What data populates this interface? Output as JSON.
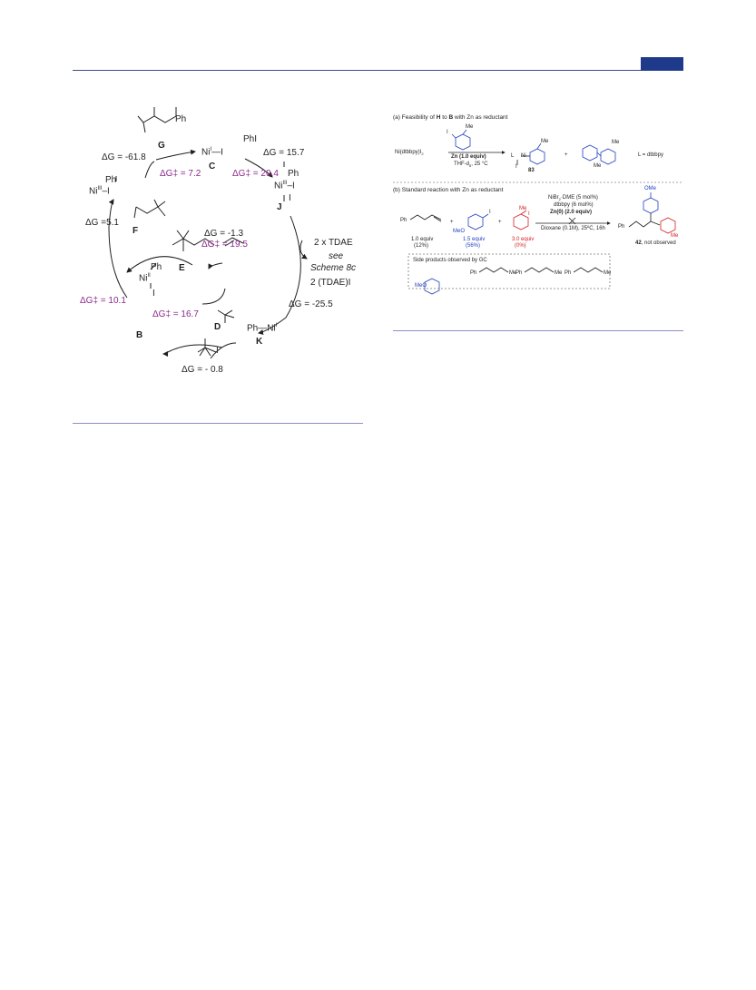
{
  "header": {
    "accent_color": "#1f3a8a",
    "rule_color": "#3c4a8a"
  },
  "cycle": {
    "species": {
      "G": "G",
      "C": "C",
      "J": "J",
      "F": "F",
      "E": "E",
      "D": "D",
      "K": "K",
      "B": "B"
    },
    "ni_c": "Ni",
    "ni_c_sup": "I",
    "ni_c_tail": "—I",
    "phi": "PhI",
    "ph_j": "Ph",
    "ni_j": "Ni",
    "ni_j_sup": "III",
    "ni_j_tail": "–I",
    "i_j": "I",
    "ph_f": "Ph",
    "ni_f": "Ni",
    "ni_f_sup": "III",
    "ni_f_tail": "–I",
    "ph_g": "Ph",
    "ph_b": "Ph",
    "ni_b": "Ni",
    "ni_b_sup": "II",
    "i_b": "I",
    "k_text": "Ph—Ni",
    "k_sup": "I",
    "i_tbu": "I",
    "dg_g": "ΔG = -61.8",
    "dg_c": "ΔG = 15.7",
    "dgts_c": "ΔG‡ = 7.2",
    "dgts_j": "ΔG‡ = 20.4",
    "dg_f": "ΔG =5.1",
    "dg_e": "ΔG = -1.3",
    "dgts_e": "ΔG‡ = 19.5",
    "tdae": "2 x TDAE",
    "see": "see",
    "scheme": "Scheme 8c",
    "tdae_i": "2 (TDAE)I",
    "dgts_b": "ΔG‡ = 10.1",
    "dgts_d": "ΔG‡ = 16.7",
    "dg_k": "ΔG = -25.5",
    "dg_bottom": "ΔG = - 0.8"
  },
  "panel_a": {
    "title_pre": "(a) Feasibility of ",
    "title_h": "H",
    "title_mid": " to ",
    "title_b": "B",
    "title_post": " with Zn as reductant",
    "reagent": "Ni(dtbbpy)I",
    "reagent_sub": "2",
    "me_top": "Me",
    "i_top": "I",
    "cond1": "Zn (1.0 equiv)",
    "cond2": "THF-d",
    "cond2_sub": "8",
    "cond2_post": ", 25 °C",
    "prod_l": "L",
    "prod_ni": "Ni",
    "prod_me": "Me",
    "prod_i": "I",
    "prod_label": "83",
    "plus": "+",
    "bip_me1": "Me",
    "bip_me2": "Me",
    "l_def": "L = dtbbpy"
  },
  "panel_b": {
    "title": "(b) Standard reaction with Zn as reductant",
    "ph": "Ph",
    "eq1": "1.0 equiv",
    "pct1": "(12%)",
    "plus1": "+",
    "meo": "MeO",
    "i_ar": "I",
    "eq2": "1.5 equiv",
    "pct2": "(56%)",
    "plus2": "+",
    "me_cy": "Me",
    "i_cy": "I",
    "eq3": "3.0 equiv",
    "pct3": "(0%)",
    "cond1": "NiBr",
    "cond1_sub": "2",
    "cond1_post": "·DME (5 mol%)",
    "cond2": "dtbbpy (6 mol%)",
    "cond3": "Zn(0) (2.0 equiv)",
    "cond4": "Dioxane (0.1M), 25ºC, 16h",
    "prod_ome": "OMe",
    "prod_ph": "Ph",
    "prod_me": "Me",
    "prod_num": "42",
    "prod_text": ", not observed",
    "side_title": "Side products observed by GC",
    "side_meo": "MeO",
    "side_ph1": "Ph",
    "side_me1": "Me",
    "side_ph2": "Ph",
    "side_me2": "Me",
    "side_ph3": "Ph",
    "side_me3": "Me"
  },
  "colors": {
    "purple": "#8b2a8b",
    "blue": "#2040c0",
    "red": "#d42020"
  }
}
